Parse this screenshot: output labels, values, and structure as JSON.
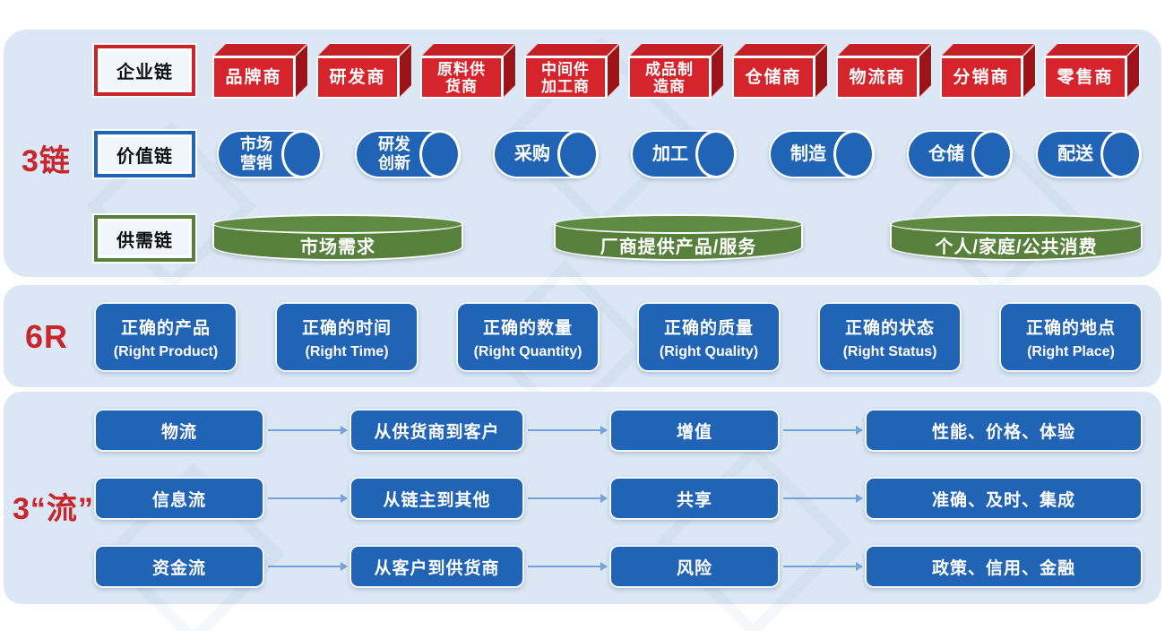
{
  "colors": {
    "red": "#d5242b",
    "red_side": "#9c1318",
    "blue": "#2163b5",
    "green": "#57803d",
    "panel_bg": "#dbe7f4",
    "arrow": "#76a3d6",
    "label_red": "#c9252b"
  },
  "chains": {
    "label": "3链",
    "enterprise": {
      "label": "企业链",
      "items": [
        {
          "lines": [
            "品牌商"
          ]
        },
        {
          "lines": [
            "研发商"
          ]
        },
        {
          "lines": [
            "原料供",
            "货商"
          ]
        },
        {
          "lines": [
            "中间件",
            "加工商"
          ]
        },
        {
          "lines": [
            "成品制",
            "造商"
          ]
        },
        {
          "lines": [
            "仓储商"
          ]
        },
        {
          "lines": [
            "物流商"
          ]
        },
        {
          "lines": [
            "分销商"
          ]
        },
        {
          "lines": [
            "零售商"
          ]
        }
      ]
    },
    "value": {
      "label": "价值链",
      "items": [
        {
          "lines": [
            "市场",
            "营销"
          ]
        },
        {
          "lines": [
            "研发",
            "创新"
          ]
        },
        {
          "lines": [
            "采购"
          ]
        },
        {
          "lines": [
            "加工"
          ]
        },
        {
          "lines": [
            "制造"
          ]
        },
        {
          "lines": [
            "仓储"
          ]
        },
        {
          "lines": [
            "配送"
          ]
        }
      ]
    },
    "supply_demand": {
      "label": "供需链",
      "items": [
        "市场需求",
        "厂商提供产品/服务",
        "个人/家庭/公共消费"
      ]
    }
  },
  "six_r": {
    "label": "6R",
    "items": [
      {
        "cn": "正确的产品",
        "en": "(Right Product)"
      },
      {
        "cn": "正确的时间",
        "en": "(Right Time)"
      },
      {
        "cn": "正确的数量",
        "en": "(Right Quantity)"
      },
      {
        "cn": "正确的质量",
        "en": "(Right Quality)"
      },
      {
        "cn": "正确的状态",
        "en": "(Right Status)"
      },
      {
        "cn": "正确的地点",
        "en": "(Right Place)"
      }
    ]
  },
  "flows": {
    "label": "3“流”",
    "rows": [
      {
        "cells": [
          "物流",
          "从供货商到客户",
          "增值",
          "性能、价格、体验"
        ]
      },
      {
        "cells": [
          "信息流",
          "从链主到其他",
          "共享",
          "准确、及时、集成"
        ]
      },
      {
        "cells": [
          "资金流",
          "从客户到供货商",
          "风险",
          "政策、信用、金融"
        ]
      }
    ]
  }
}
